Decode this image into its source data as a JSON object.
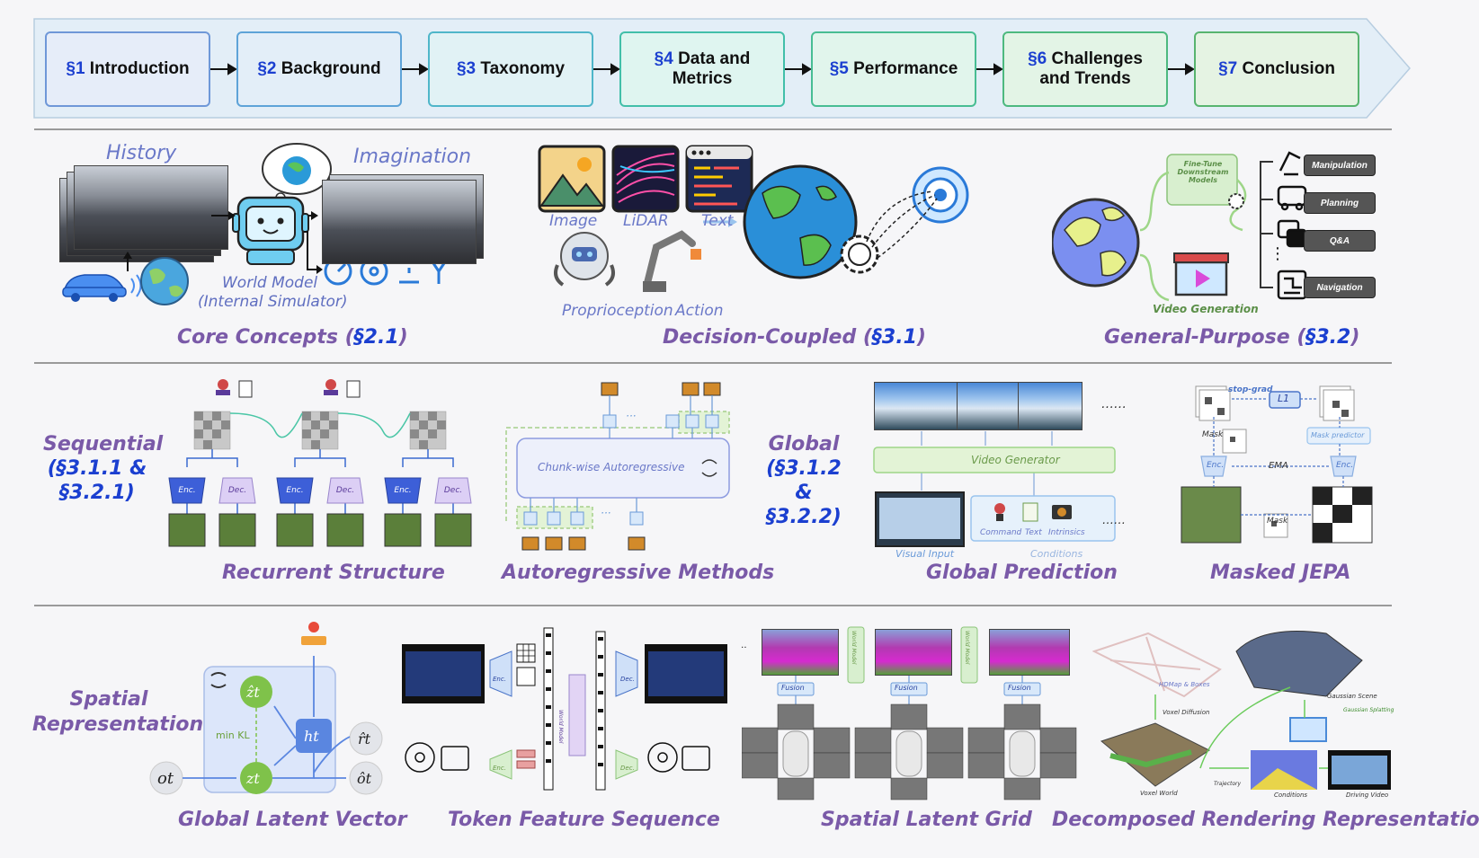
{
  "sections": [
    {
      "num": "§1",
      "label": "Introduction"
    },
    {
      "num": "§2",
      "label": "Background"
    },
    {
      "num": "§3",
      "label": "Taxonomy"
    },
    {
      "num": "§4",
      "label": "Data and Metrics"
    },
    {
      "num": "§5",
      "label": "Performance"
    },
    {
      "num": "§6",
      "label": "Challenges and Trends"
    },
    {
      "num": "§7",
      "label": "Conclusion"
    }
  ],
  "colors": {
    "section_fills": [
      "#e6edf9",
      "#e3eef8",
      "#e1f2f5",
      "#dff5f0",
      "#e1f5ec",
      "#e3f4e6",
      "#e5f3e3"
    ],
    "section_borders": [
      "#6f98d8",
      "#5ea3d8",
      "#4fb6c9",
      "#42bfa9",
      "#48bd93",
      "#4db97f",
      "#58b46f"
    ],
    "caption": "#7a5aa8",
    "highlight": "#1b3fd0"
  },
  "row1": {
    "core": {
      "history": "History",
      "imagination": "Imagination",
      "world_model_line1": "World Model",
      "world_model_line2": "(Internal Simulator)",
      "caption": "Core Concepts (",
      "caption_ref": "§2.1",
      "caption_end": ")"
    },
    "decision": {
      "image": "Image",
      "lidar": "LiDAR",
      "text": "Text",
      "proprioception": "Proprioception",
      "action": "Action",
      "caption": "Decision-Coupled (",
      "caption_ref": "§3.1",
      "caption_end": ")"
    },
    "general": {
      "finetune": "Fine-Tune Downstream Models",
      "video_generation": "Video Generation",
      "tasks": [
        "Manipulation",
        "Planning",
        "Q&A",
        "Navigation"
      ],
      "ellipsis": "⋮",
      "caption": "General-Purpose (",
      "caption_ref": "§3.2",
      "caption_end": ")"
    }
  },
  "row2": {
    "sequential": {
      "line1": "Sequential",
      "line2": "(§3.1.1 &",
      "line3": "§3.2.1)"
    },
    "recurrent": {
      "enc": "Enc.",
      "dec": "Dec.",
      "caption": "Recurrent Structure"
    },
    "autoregressive": {
      "block": "Chunk-wise Autoregressive",
      "dots": "···",
      "caption": "Autoregressive Methods"
    },
    "global": {
      "line1": "Global",
      "line2": "(§3.1.2 &",
      "line3": "§3.2.2)"
    },
    "global_prediction": {
      "video_generator": "Video Generator",
      "visual_input": "Visual Input",
      "command": "Command",
      "text": "Text",
      "intrinsics": "Intrinsics",
      "conditions": "Conditions",
      "dots": "……",
      "caption": "Global Prediction"
    },
    "jepa": {
      "stop_grad": "stop-grad",
      "l1": "L1",
      "mask": "Mask",
      "mask_predictor": "Mask predictor",
      "enc": "Enc.",
      "ema": "EMA",
      "caption": "Masked JEPA"
    }
  },
  "row3": {
    "spatial": {
      "line1": "Spatial",
      "line2": "Representation"
    },
    "latent": {
      "min_kl": "min KL",
      "caption": "Global Latent Vector"
    },
    "token": {
      "enc": "Enc.",
      "dec": "Dec.",
      "world_model": "World Model",
      "caption": "Token Feature Sequence"
    },
    "grid": {
      "fusion": "Fusion",
      "world_model": "World Model",
      "caption": "Spatial Latent Grid"
    },
    "render": {
      "hdmap": "HDMap & Boxes",
      "voxel_diffusion": "Voxel Diffusion",
      "gaussian_scene": "Gaussian Scene",
      "gaussian_splatting": "Gaussian Splatting",
      "voxel_world": "Voxel World",
      "trajectory": "Trajectory",
      "conditions": "Conditions",
      "driving_video": "Driving Video",
      "caption": "Decomposed Rendering Representation"
    }
  }
}
